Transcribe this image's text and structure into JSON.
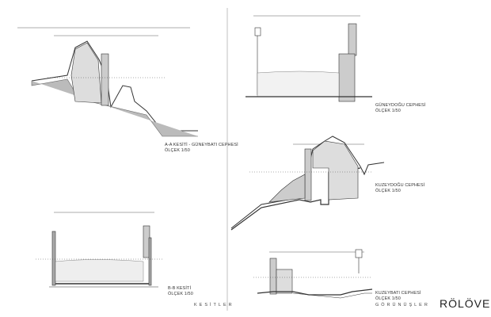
{
  "drawings": {
    "aa_section": {
      "title": "A-A KESİTİ - GÜNEYBATI CEPHESİ",
      "scale": "ÖLÇEK 1/50"
    },
    "southeast": {
      "title": "GÜNEYDOĞU CEPHESİ",
      "scale": "ÖLÇEK 1/50"
    },
    "northeast": {
      "title": "KUZEYDOĞU CEPHESİ",
      "scale": "ÖLÇEK 1/50"
    },
    "bb_section": {
      "title": "B-B KESİTİ",
      "scale": "ÖLÇEK 1/50"
    },
    "northwest": {
      "title": "KUZEYBATI CEPHESİ",
      "scale": "ÖLÇEK 1/50"
    }
  },
  "groups": {
    "sections": "KESİTLER",
    "elevations": "GÖRÜNÜŞLER"
  },
  "sheet_title": "RÖLÖVE"
}
